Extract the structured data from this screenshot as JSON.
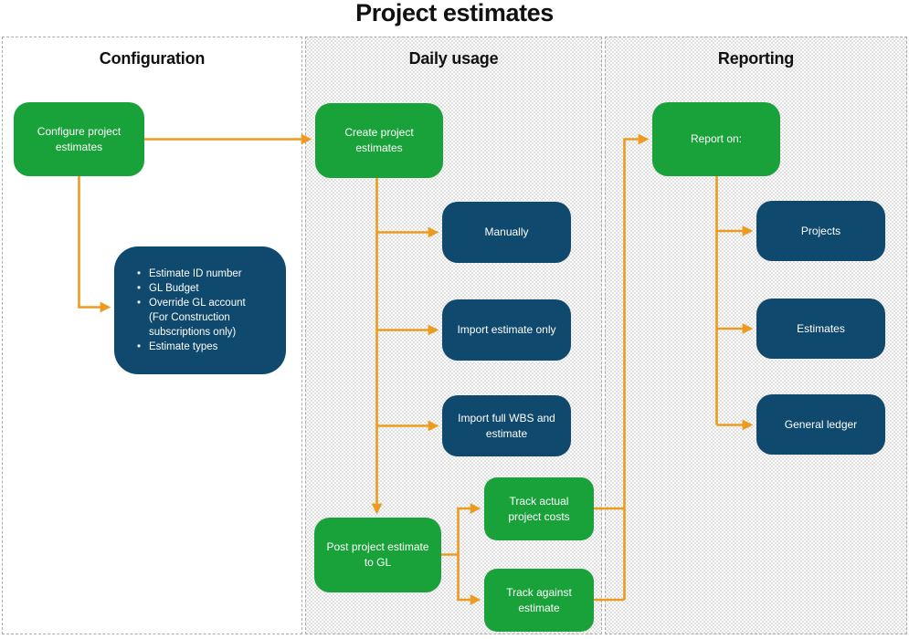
{
  "title": "Project estimates",
  "colors": {
    "green": "#1aa23a",
    "navy": "#0f496d",
    "orange": "#ed9b1e",
    "ink": "#111111"
  },
  "panels": [
    {
      "header": "Configuration"
    },
    {
      "header": "Daily usage"
    },
    {
      "header": "Reporting"
    }
  ],
  "nodes": {
    "configure": {
      "label": "Configure project estimates"
    },
    "create": {
      "label": "Create project estimates"
    },
    "manually": {
      "label": "Manually"
    },
    "import_estimate": {
      "label": "Import estimate only"
    },
    "import_wbs": {
      "label": "Import full WBS and estimate"
    },
    "post": {
      "label": "Post project estimate to GL"
    },
    "track_actual": {
      "label": "Track actual project costs"
    },
    "track_against": {
      "label": "Track against estimate"
    },
    "report_on": {
      "label": "Report on:"
    },
    "projects": {
      "label": "Projects"
    },
    "estimates": {
      "label": "Estimates"
    },
    "general_ledger": {
      "label": "General ledger"
    }
  },
  "estimate_details": {
    "items": [
      {
        "text": "Estimate ID number"
      },
      {
        "text": "GL Budget"
      },
      {
        "text": "Override GL account",
        "subtext": "(For Construction subscriptions only)"
      },
      {
        "text": "Estimate types"
      }
    ],
    "bullet_glyph": "•"
  },
  "edges": [
    {
      "from": "configure-project-estimates",
      "to": "create-project-estimates"
    },
    {
      "from": "configure-project-estimates",
      "to": "estimate-details-list"
    },
    {
      "from": "create-project-estimates",
      "to": "manually"
    },
    {
      "from": "create-project-estimates",
      "to": "import-estimate-only"
    },
    {
      "from": "create-project-estimates",
      "to": "import-full-wbs-and-estimate"
    },
    {
      "from": "create-project-estimates",
      "to": "post-project-estimate-to-gl"
    },
    {
      "from": "post-project-estimate-to-gl",
      "to": "track-actual-project-costs"
    },
    {
      "from": "post-project-estimate-to-gl",
      "to": "track-against-estimate"
    },
    {
      "from": "track-actual-project-costs",
      "to": "report-on"
    },
    {
      "from": "track-against-estimate",
      "to": "report-on"
    },
    {
      "from": "report-on",
      "to": "projects"
    },
    {
      "from": "report-on",
      "to": "estimates"
    },
    {
      "from": "report-on",
      "to": "general-ledger"
    }
  ]
}
